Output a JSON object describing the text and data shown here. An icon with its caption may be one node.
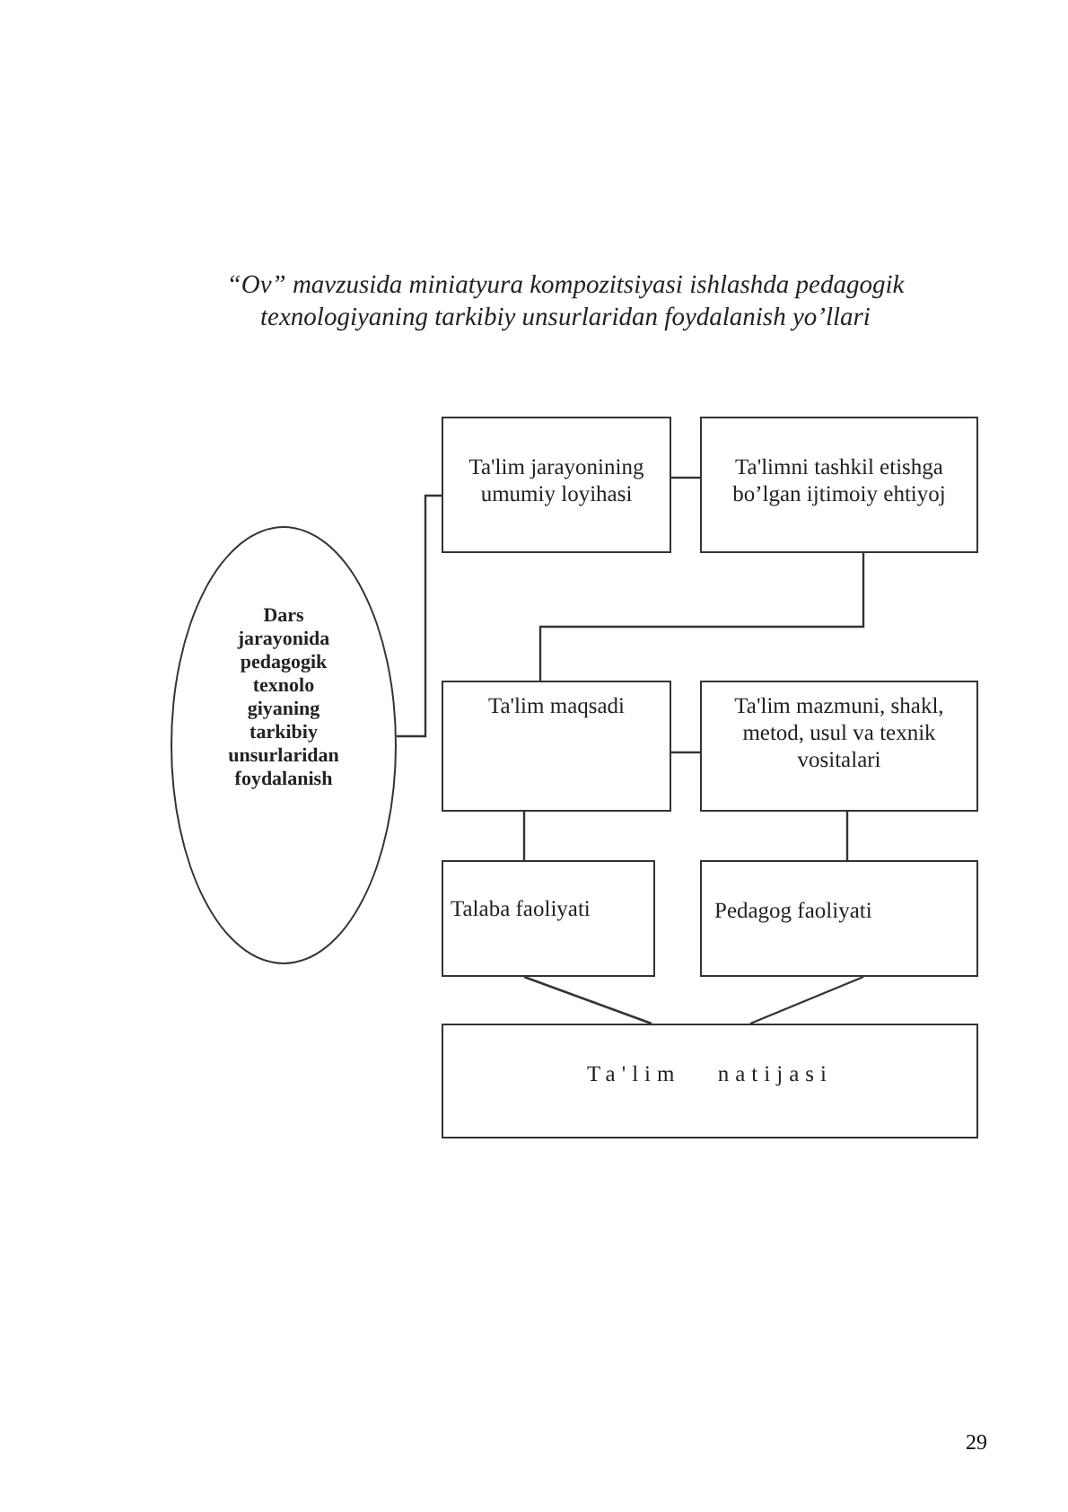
{
  "diagram": {
    "title": "“Ov” mavzusida miniatyura kompozitsiyasi ishlashda pedagogik texnologiyaning tarkibiy unsurlaridan foydalanish yo’llari",
    "nodes": [
      {
        "text": [
          "Dars jarayonida pedagogik texnolo giyaning tarkibiy unsurlaridan foydalanish"
        ]
      },
      {
        "text": [
          "Ta'lim jarayonining umumiy loyihasi"
        ]
      },
      {
        "text": [
          "Ta'limni tashkil etishga bo’lgan ijtimoiy ehtiyoj"
        ]
      },
      {
        "text": [
          "Ta'lim maqsadi"
        ]
      },
      {
        "text": [
          "Ta'lim mazmuni, shakl, metod, usul va texnik vositalari"
        ]
      },
      {
        "text": [
          "Talaba faoliyati"
        ]
      },
      {
        "text": [
          "Pedagog faoliyati"
        ]
      },
      {
        "text": [
          "Ta'lim natijasi"
        ]
      }
    ],
    "edges": [
      {
        "from": 0,
        "to": 1,
        "arrow": "none"
      },
      {
        "from": 1,
        "to": 2,
        "arrow": "none"
      },
      {
        "from": 2,
        "to": 3,
        "arrow": "none"
      },
      {
        "from": 3,
        "to": 4,
        "arrow": "none"
      },
      {
        "from": 3,
        "to": 5,
        "arrow": "none"
      },
      {
        "from": 4,
        "to": 6,
        "arrow": "none"
      },
      {
        "from": 5,
        "to": 7,
        "arrow": "none"
      },
      {
        "from": 6,
        "to": 7,
        "arrow": "none"
      }
    ],
    "labels": [
      "29"
    ]
  }
}
